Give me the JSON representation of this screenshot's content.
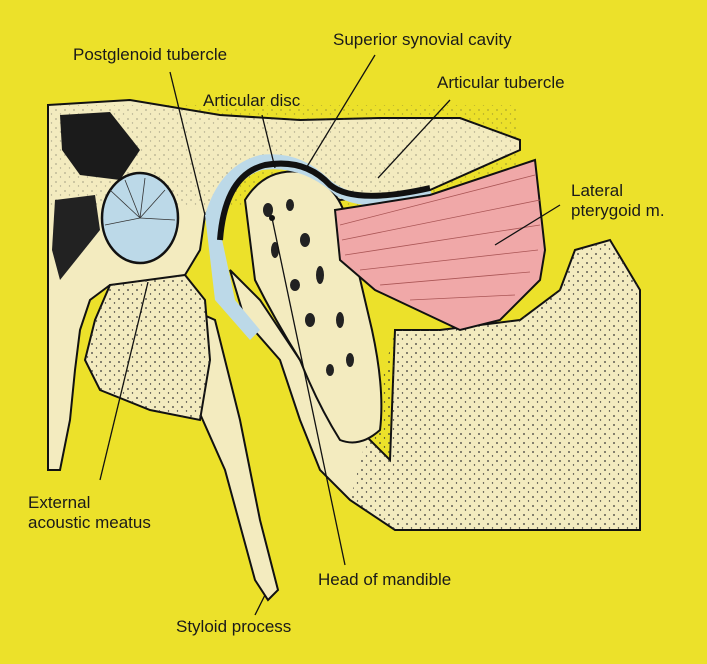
{
  "labels": {
    "postglenoid_tubercle": "Postglenoid tubercle",
    "superior_synovial_cavity": "Superior synovial cavity",
    "articular_disc": "Articular disc",
    "articular_tubercle": "Articular tubercle",
    "lateral_pterygoid_line1": "Lateral",
    "lateral_pterygoid_line2": "pterygoid m.",
    "external_acoustic_line1": "External",
    "external_acoustic_line2": "acoustic meatus",
    "head_of_mandible": "Head of mandible",
    "styloid_process": "Styloid process"
  },
  "colors": {
    "background": "#ece12a",
    "bone": "#f3ebbf",
    "cartilage_blue": "#bcd9e8",
    "muscle": "#f0a8a8",
    "outline": "#111111"
  }
}
